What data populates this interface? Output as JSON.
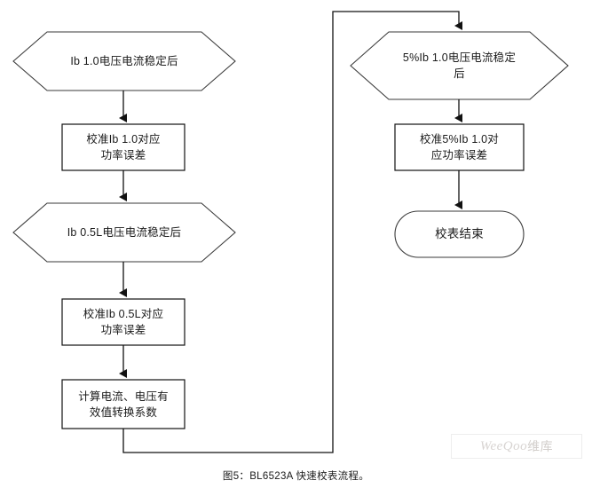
{
  "diagram": {
    "title_caption": "图5：BL6523A 快速校表流程。",
    "line_color": "#333333",
    "node_fill": "#ffffff",
    "text_color": "#1a1a1a",
    "nodes": [
      {
        "id": "start-ib-1p0",
        "shape": "hexagon",
        "label": "Ib 1.0电压电流稳定后",
        "column": "left"
      },
      {
        "id": "calibrate-ib-1p0",
        "shape": "rectangle",
        "label": "校准Ib 1.0对应\n功率误差",
        "line1": "校准Ib 1.0对应",
        "line2": "功率误差",
        "column": "left"
      },
      {
        "id": "start-ib-0p5l",
        "shape": "hexagon",
        "label": "Ib 0.5L电压电流稳定后",
        "column": "left"
      },
      {
        "id": "calibrate-ib-0p5l",
        "shape": "rectangle",
        "line1": "校准Ib 0.5L对应",
        "line2": "功率误差",
        "column": "left"
      },
      {
        "id": "compute-rms-coeff",
        "shape": "rectangle",
        "line1": "计算电流、电压有",
        "line2": "效值转换系数",
        "column": "left"
      },
      {
        "id": "start-5pct-ib-1p0",
        "shape": "hexagon",
        "line1": "5%Ib 1.0电压电流稳定",
        "line2": "后",
        "column": "right"
      },
      {
        "id": "calibrate-5pct-ib-1p0",
        "shape": "rectangle",
        "line1": "校准5%Ib 1.0对",
        "line2": "应功率误差",
        "column": "right"
      },
      {
        "id": "end-calibration",
        "shape": "terminator",
        "label": "校表结束",
        "column": "right"
      }
    ]
  },
  "watermark": {
    "brand": "WeeQoo",
    "suffix": "维库"
  }
}
